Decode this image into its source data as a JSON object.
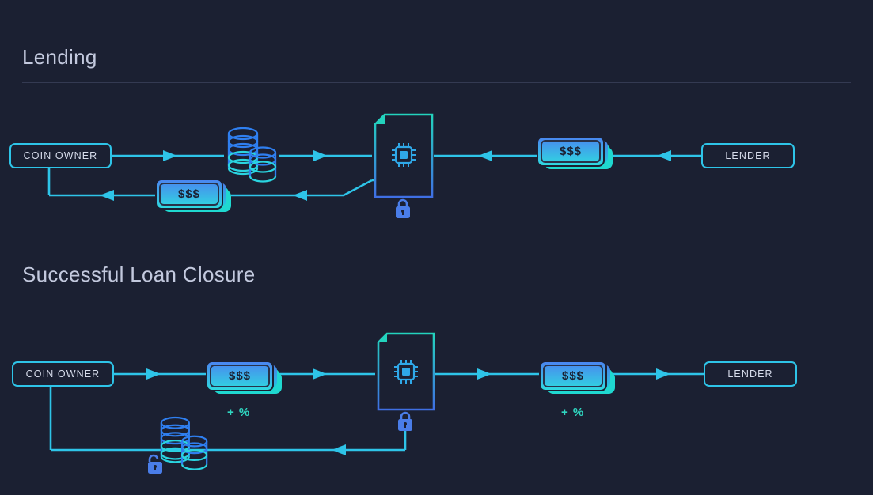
{
  "page": {
    "background": "#1b2032",
    "accent_cyan": "#2ec4e8",
    "accent_teal": "#2fd6c0",
    "accent_blue": "#4a7de8"
  },
  "sections": [
    {
      "id": "lending",
      "title": "Lending",
      "nodes": {
        "coin_owner": "COIN OWNER",
        "lender": "LENDER"
      },
      "money_labels": [
        "$$$",
        "$$$"
      ],
      "icons": [
        "coin-stack-icon",
        "smart-contract-icon",
        "chip-icon",
        "closed-lock-icon",
        "money-stack-icon",
        "arrow-right-icon",
        "arrow-left-icon"
      ]
    },
    {
      "id": "successful-loan-closure",
      "title": "Successful Loan Closure",
      "nodes": {
        "coin_owner": "COIN OWNER",
        "lender": "LENDER"
      },
      "money_labels": [
        "$$$",
        "$$$"
      ],
      "interest_labels": [
        "+ %",
        "+ %"
      ],
      "icons": [
        "money-stack-icon",
        "smart-contract-icon",
        "chip-icon",
        "closed-lock-icon",
        "coin-stack-icon",
        "open-lock-icon",
        "arrow-right-icon",
        "arrow-left-icon"
      ]
    }
  ]
}
